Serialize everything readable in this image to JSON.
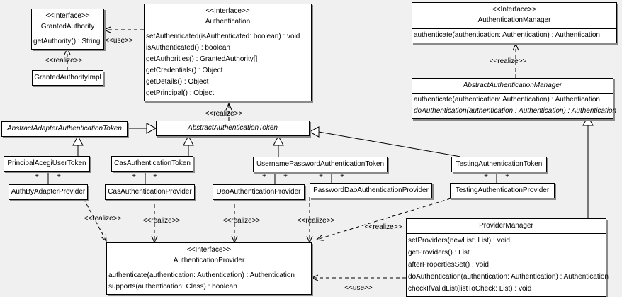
{
  "diagram": {
    "background_color": "#f0f0f0",
    "box_fill": "#ffffff",
    "border_color": "#000000",
    "shadow_color": "#8a8a8a",
    "stereotype_interface": "<<Interface>>"
  },
  "labels": {
    "use": "<<use>>",
    "realize": "<<realize>>",
    "plus": "+"
  },
  "classes": {
    "granted_authority": {
      "stereotype": "<<Interface>>",
      "name": "GrantedAuthority",
      "methods": [
        "getAuthority() : String"
      ]
    },
    "granted_authority_impl": {
      "name": "GrantedAuthorityImpl"
    },
    "authentication": {
      "stereotype": "<<Interface>>",
      "name": "Authentication",
      "methods": [
        "setAuthenticated(isAuthenticated: boolean) : void",
        "isAuthenticated() : boolean",
        "getAuthorities() : GrantedAuthority[]",
        "getCredentials() : Object",
        "getDetails() : Object",
        "getPrincipal() : Object"
      ]
    },
    "authentication_manager": {
      "stereotype": "<<Interface>>",
      "name": "AuthenticationManager",
      "methods": [
        "authenticate(authentication: Authentication) : Authentication"
      ]
    },
    "abstract_authentication_manager": {
      "name": "AbstractAuthenticationManager",
      "methods": [
        "authenticate(authentication: Authentication) : Authentication",
        "doAuthentication(authentication : Authentication) : Authentication"
      ]
    },
    "abstract_adapter_authentication_token": {
      "name": "AbstractAdapterAuthenticationToken"
    },
    "abstract_authentication_token": {
      "name": "AbstractAuthenticationToken"
    },
    "principal_acegi_user_token": {
      "name": "PrincipalAcegiUserToken"
    },
    "cas_authentication_token": {
      "name": "CasAuthenticationToken"
    },
    "username_password_authentication_token": {
      "name": "UsernamePasswordAuthenticationToken"
    },
    "testing_authentication_token": {
      "name": "TestingAuthenticationToken"
    },
    "auth_by_adapter_provider": {
      "name": "AuthByAdapterProvider"
    },
    "cas_authentication_provider": {
      "name": "CasAuthenticationProvider"
    },
    "dao_authentication_provider": {
      "name": "DaoAuthenticationProvider"
    },
    "password_dao_authentication_provider": {
      "name": "PasswordDaoAuthenticationProvider"
    },
    "testing_authentication_provider": {
      "name": "TestingAuthenticationProvider"
    },
    "authentication_provider": {
      "stereotype": "<<Interface>>",
      "name": "AuthenticationProvider",
      "methods": [
        "authenticate(authentication: Authentication) : Authentication",
        "supports(authentication: Class) : boolean"
      ]
    },
    "provider_manager": {
      "name": "ProviderManager",
      "methods": [
        "setProviders(newList: List) : void",
        "getProviders() : List",
        "afterPropertiesSet() : void",
        "doAuthentication(authentication: Authentication) : Authentication",
        "checkIfValidList(listToCheck: List) : void"
      ]
    }
  }
}
